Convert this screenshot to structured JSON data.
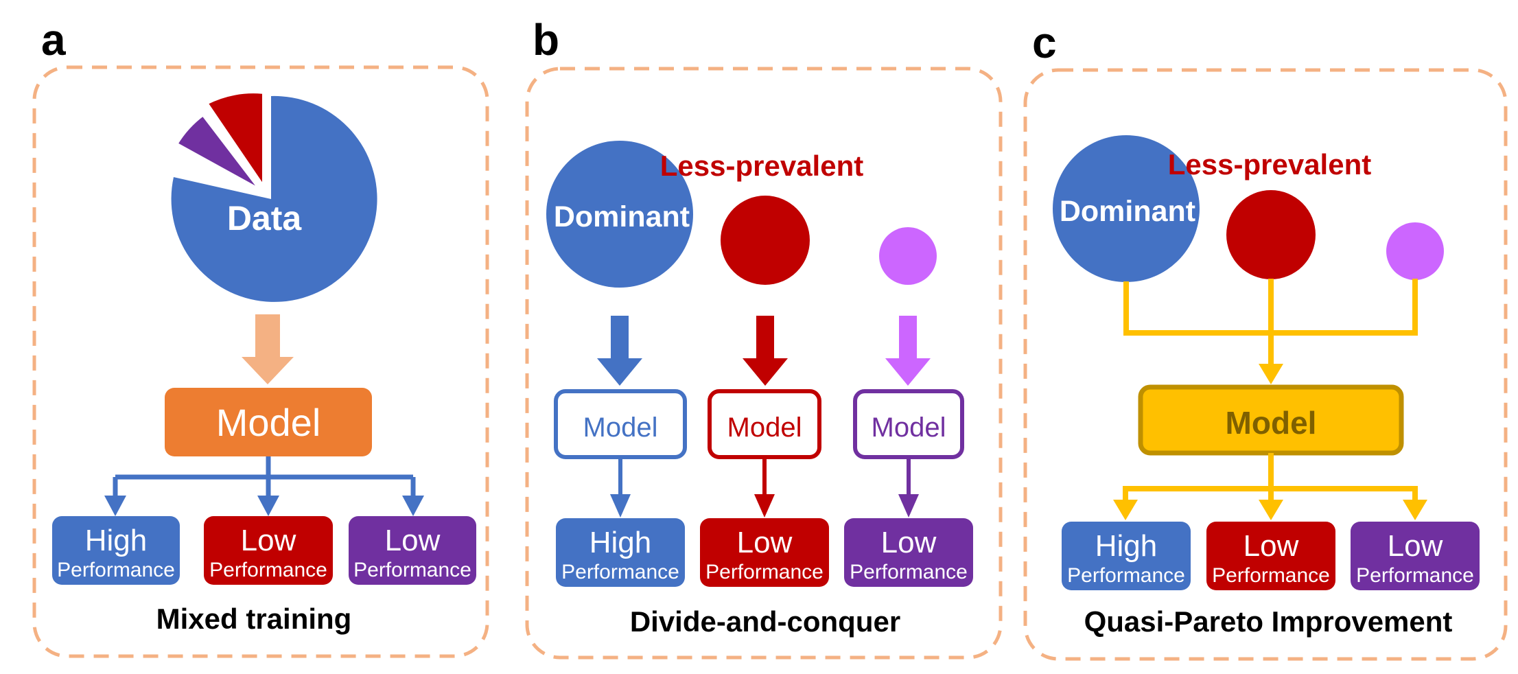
{
  "panels": {
    "a": {
      "letter": "a",
      "center_label": "Data",
      "model_label": "Model",
      "caption": "Mixed training",
      "outputs": [
        {
          "main": "High",
          "sub": "Performance"
        },
        {
          "main": "Low",
          "sub": "Performance"
        },
        {
          "main": "Low",
          "sub": "Performance"
        }
      ]
    },
    "b": {
      "letter": "b",
      "dominant_label": "Dominant",
      "less_prevalent_label": "Less-prevalent",
      "model_labels": [
        "Model",
        "Model",
        "Model"
      ],
      "caption": "Divide-and-conquer",
      "outputs": [
        {
          "main": "High",
          "sub": "Performance"
        },
        {
          "main": "Low",
          "sub": "Performance"
        },
        {
          "main": "Low",
          "sub": "Performance"
        }
      ]
    },
    "c": {
      "letter": "c",
      "dominant_label": "Dominant",
      "less_prevalent_label": "Less-prevalent",
      "model_label": "Model",
      "caption": "Quasi-Pareto Improvement",
      "outputs": [
        {
          "main": "High",
          "sub": "Performance"
        },
        {
          "main": "Low",
          "sub": "Performance"
        },
        {
          "main": "Low",
          "sub": "Performance"
        }
      ]
    }
  },
  "colors": {
    "blue": "#4472C4",
    "red": "#C00000",
    "purple": "#7030A0",
    "magenta": "#CC66FF",
    "orange": "#ED7D31",
    "peach": "#F4B183",
    "dashed_border": "#F4B183",
    "gold": "#FFC000",
    "gold_border": "#BF9000",
    "gold_text": "#7F6000"
  }
}
